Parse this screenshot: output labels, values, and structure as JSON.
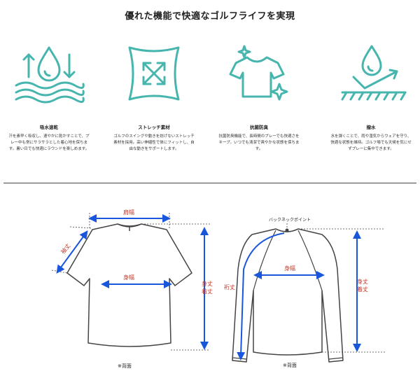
{
  "headline": "優れた機能で快適なゴルフライフを実現",
  "colors": {
    "teal": "#45b5ad",
    "arrow_blue": "#1a56db",
    "label_red": "#c0392b"
  },
  "features": [
    {
      "icon": "water-drop-absorb-icon",
      "title": "吸水速乾",
      "desc": [
        "汗を素早く吸収し、速やかに乾かすことで、プ",
        "レー中も常にサラサラとした着心地を保ちま",
        "す。暑い日でも快適にラウンドを楽しめます。"
      ]
    },
    {
      "icon": "stretch-icon",
      "title": "ストレッチ素材",
      "desc": [
        "ゴルフのスイングや動きを妨げないストレッチ",
        "素材を採用。高い伸縮性で体にフィットし、自",
        "由な動きをサポートします。"
      ]
    },
    {
      "icon": "antibacterial-shirt-icon",
      "title": "抗菌防臭",
      "desc": [
        "抗菌防臭機能で、長時間のプレーでも快適さを",
        "キープ。いつでも清潔で爽やかな状態を保ちま",
        "す。"
      ]
    },
    {
      "icon": "water-repellent-icon",
      "title": "撥水",
      "desc": [
        "水を弾くことで、雨や湿気からウェアを守り、",
        "快適な状態を維持。ゴルフ場でも天候を気にせ",
        "ずプレーに集中できます。"
      ]
    }
  ],
  "tshirt": {
    "shoulder_width": "肩幅",
    "sleeve_length": "袖丈",
    "body_width": "身幅",
    "body_length": "身丈",
    "total_length": "着丈",
    "back_note": "※背面"
  },
  "longsleeve": {
    "back_neck_point": "バックネックポイント",
    "sleeve_length": "裄丈",
    "body_width": "身幅",
    "body_length": "身丈",
    "total_length": "着丈",
    "back_note": "※背面"
  }
}
